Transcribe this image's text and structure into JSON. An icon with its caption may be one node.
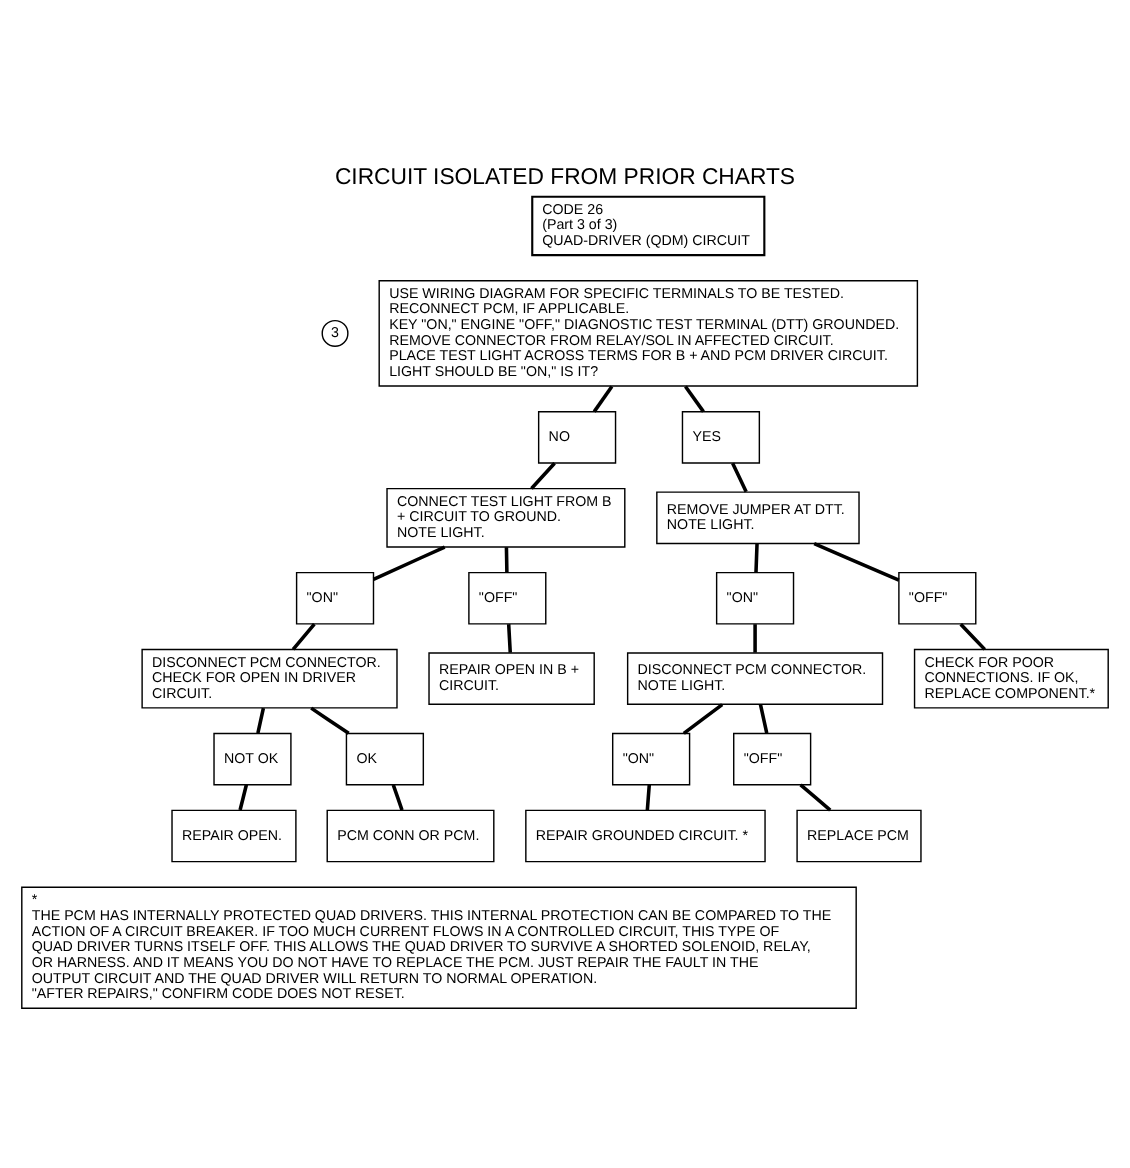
{
  "diagram": {
    "title": "CIRCUIT ISOLATED FROM PRIOR CHARTS",
    "nodes": [
      {
        "text": [
          "CODE 26",
          "(Part 3 of 3)",
          "QUAD-DRIVER (QDM) CIRCUIT"
        ]
      },
      {
        "text": [
          "USE WIRING DIAGRAM FOR SPECIFIC TERMINALS TO BE TESTED.",
          "RECONNECT PCM, IF APPLICABLE.",
          "KEY \"ON,\" ENGINE \"OFF,\" DIAGNOSTIC TEST TERMINAL (DTT) GROUNDED.",
          "REMOVE CONNECTOR FROM RELAY/SOL IN AFFECTED CIRCUIT.",
          "PLACE TEST LIGHT ACROSS TERMS FOR B + AND PCM DRIVER CIRCUIT.",
          "LIGHT SHOULD BE \"ON,\" IS IT?"
        ],
        "beside": [
          "3"
        ]
      },
      {
        "text": [
          "NO"
        ]
      },
      {
        "text": [
          "YES"
        ]
      },
      {
        "text": [
          "CONNECT TEST LIGHT FROM B + CIRCUIT TO GROUND.",
          "NOTE LIGHT."
        ]
      },
      {
        "text": [
          "REMOVE JUMPER AT DTT.",
          "NOTE LIGHT."
        ]
      },
      {
        "text": [
          "\"ON\""
        ]
      },
      {
        "text": [
          "\"OFF\""
        ]
      },
      {
        "text": [
          "DISCONNECT PCM CONNECTOR.",
          "CHECK FOR OPEN IN DRIVER CIRCUIT."
        ]
      },
      {
        "text": [
          "REPAIR OPEN IN B + CIRCUIT."
        ]
      },
      {
        "text": [
          "\"ON\""
        ]
      },
      {
        "text": [
          "\"OFF\""
        ]
      },
      {
        "text": [
          "DISCONNECT PCM CONNECTOR.",
          "NOTE LIGHT."
        ]
      },
      {
        "text": [
          "CHECK FOR POOR CONNECTIONS. IF OK, REPLACE COMPONENT.*"
        ]
      },
      {
        "text": [
          "NOT OK"
        ]
      },
      {
        "text": [
          "OK"
        ]
      },
      {
        "text": [
          "REPAIR OPEN."
        ]
      },
      {
        "text": [
          "PCM CONN OR PCM."
        ]
      },
      {
        "text": [
          "\"ON\""
        ]
      },
      {
        "text": [
          "\"OFF\""
        ]
      },
      {
        "text": [
          "REPAIR GROUNDED CIRCUIT. *"
        ]
      },
      {
        "text": [
          "REPLACE PCM"
        ]
      },
      {
        "text": [
          "*",
          "THE PCM HAS INTERNALLY PROTECTED QUAD DRIVERS. THIS INTERNAL PROTECTION CAN BE COMPARED TO THE ACTION OF A CIRCUIT BREAKER. IF TOO MUCH CURRENT FLOWS IN A CONTROLLED CIRCUIT, THIS TYPE OF QUAD DRIVER TURNS ITSELF OFF. THIS ALLOWS THE QUAD DRIVER TO SURVIVE A SHORTED SOLENOID, RELAY, OR HARNESS. AND IT MEANS YOU DO NOT HAVE TO REPLACE THE PCM. JUST REPAIR THE FAULT IN THE OUTPUT CIRCUIT AND THE QUAD DRIVER WILL RETURN TO NORMAL OPERATION.",
          "\"AFTER REPAIRS,\" CONFIRM CODE DOES NOT RESET."
        ]
      }
    ],
    "edges": [
      {
        "from": 1,
        "to": 2,
        "arrow": "none"
      },
      {
        "from": 1,
        "to": 3,
        "arrow": "none"
      },
      {
        "from": 2,
        "to": 4,
        "arrow": "none"
      },
      {
        "from": 3,
        "to": 5,
        "arrow": "none"
      },
      {
        "from": 4,
        "to": 6,
        "arrow": "none"
      },
      {
        "from": 4,
        "to": 7,
        "arrow": "none"
      },
      {
        "from": 5,
        "to": 10,
        "arrow": "none"
      },
      {
        "from": 5,
        "to": 11,
        "arrow": "none"
      },
      {
        "from": 6,
        "to": 8,
        "arrow": "none"
      },
      {
        "from": 7,
        "to": 9,
        "arrow": "none"
      },
      {
        "from": 10,
        "to": 12,
        "arrow": "none"
      },
      {
        "from": 11,
        "to": 13,
        "arrow": "none"
      },
      {
        "from": 8,
        "to": 14,
        "arrow": "none"
      },
      {
        "from": 8,
        "to": 15,
        "arrow": "none"
      },
      {
        "from": 12,
        "to": 18,
        "arrow": "none"
      },
      {
        "from": 12,
        "to": 19,
        "arrow": "none"
      },
      {
        "from": 14,
        "to": 16,
        "arrow": "none"
      },
      {
        "from": 15,
        "to": 17,
        "arrow": "none"
      },
      {
        "from": 18,
        "to": 20,
        "arrow": "none"
      },
      {
        "from": 19,
        "to": 21,
        "arrow": "none"
      }
    ]
  }
}
